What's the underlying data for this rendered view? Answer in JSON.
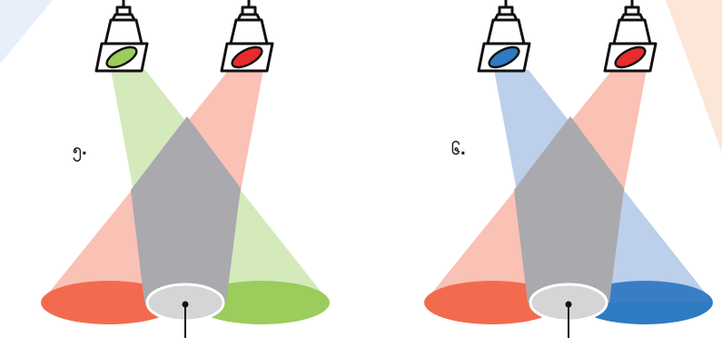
{
  "diagrams": [
    {
      "label": "၅.",
      "left_light_filter": "green",
      "right_light_filter": "red",
      "left_beam": "green",
      "right_beam": "red",
      "left_spot": "red",
      "right_spot": "green",
      "overlap": "gray"
    },
    {
      "label": "၆.",
      "left_light_filter": "blue",
      "right_light_filter": "red",
      "left_beam": "blue",
      "right_beam": "red",
      "left_spot": "red",
      "right_spot": "blue",
      "overlap": "gray"
    }
  ],
  "colors": {
    "red": "#f26b4e",
    "green": "#9ccc5c",
    "blue": "#2d7bc2",
    "red_beam": "#f6c3ab",
    "green_beam": "#cfe3ae",
    "blue_beam": "#aec3e5",
    "overlap": "#a9a9ae",
    "overlap_spot": "#d5d5d8",
    "lamp_outline": "#111111"
  }
}
